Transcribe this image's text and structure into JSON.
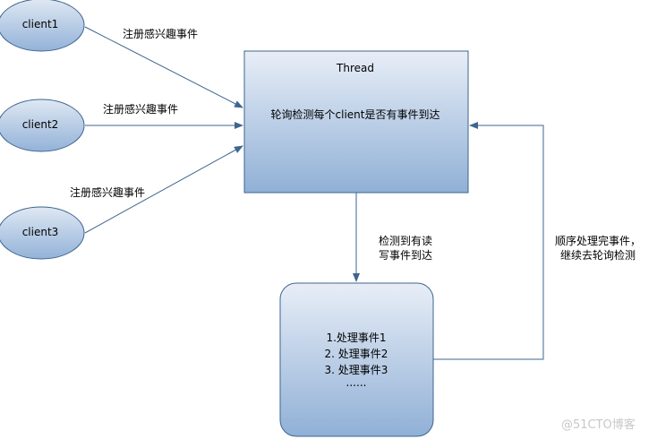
{
  "clients": [
    {
      "label": "client1"
    },
    {
      "label": "client2"
    },
    {
      "label": "client3"
    }
  ],
  "edge_labels": {
    "register": "注册感兴趣事件",
    "detected_line1": "检测到有读",
    "detected_line2": "写事件到达",
    "return_line1": "顺序处理完事件，",
    "return_line2": "继续去轮询检测"
  },
  "thread": {
    "title": "Thread",
    "text": "轮询检测每个client是否有事件到达"
  },
  "process": {
    "items": [
      "1.处理事件1",
      "2. 处理事件2",
      "3. 处理事件3",
      "......"
    ]
  },
  "watermark": "@51CTO博客",
  "colors": {
    "line": "#3e6590",
    "fill_top": "#e6edf6",
    "fill_bottom": "#8fb0d6"
  }
}
